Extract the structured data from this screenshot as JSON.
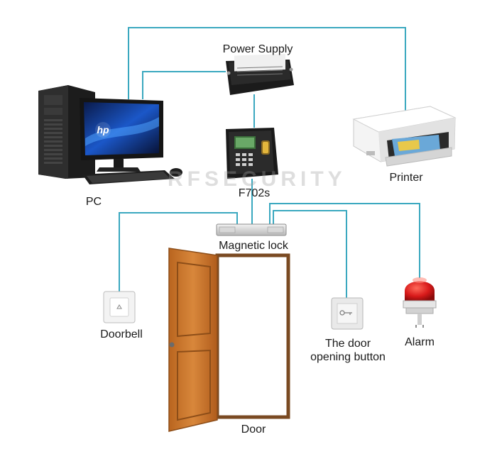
{
  "watermark": "RFSECURITY",
  "labels": {
    "power_supply": "Power Supply",
    "printer": "Printer",
    "pc": "PC",
    "controller": "F702s",
    "magnetic_lock": "Magnetic lock",
    "doorbell": "Doorbell",
    "door_button_line1": "The door",
    "door_button_line2": "opening button",
    "alarm": "Alarm",
    "door": "Door"
  },
  "brand": {
    "monitor_logo": "hp"
  },
  "colors": {
    "wire": "#3aa8bf",
    "door": "#c8742c",
    "door_frame": "#7a4a22",
    "alarm_light": "#d81a1a"
  }
}
